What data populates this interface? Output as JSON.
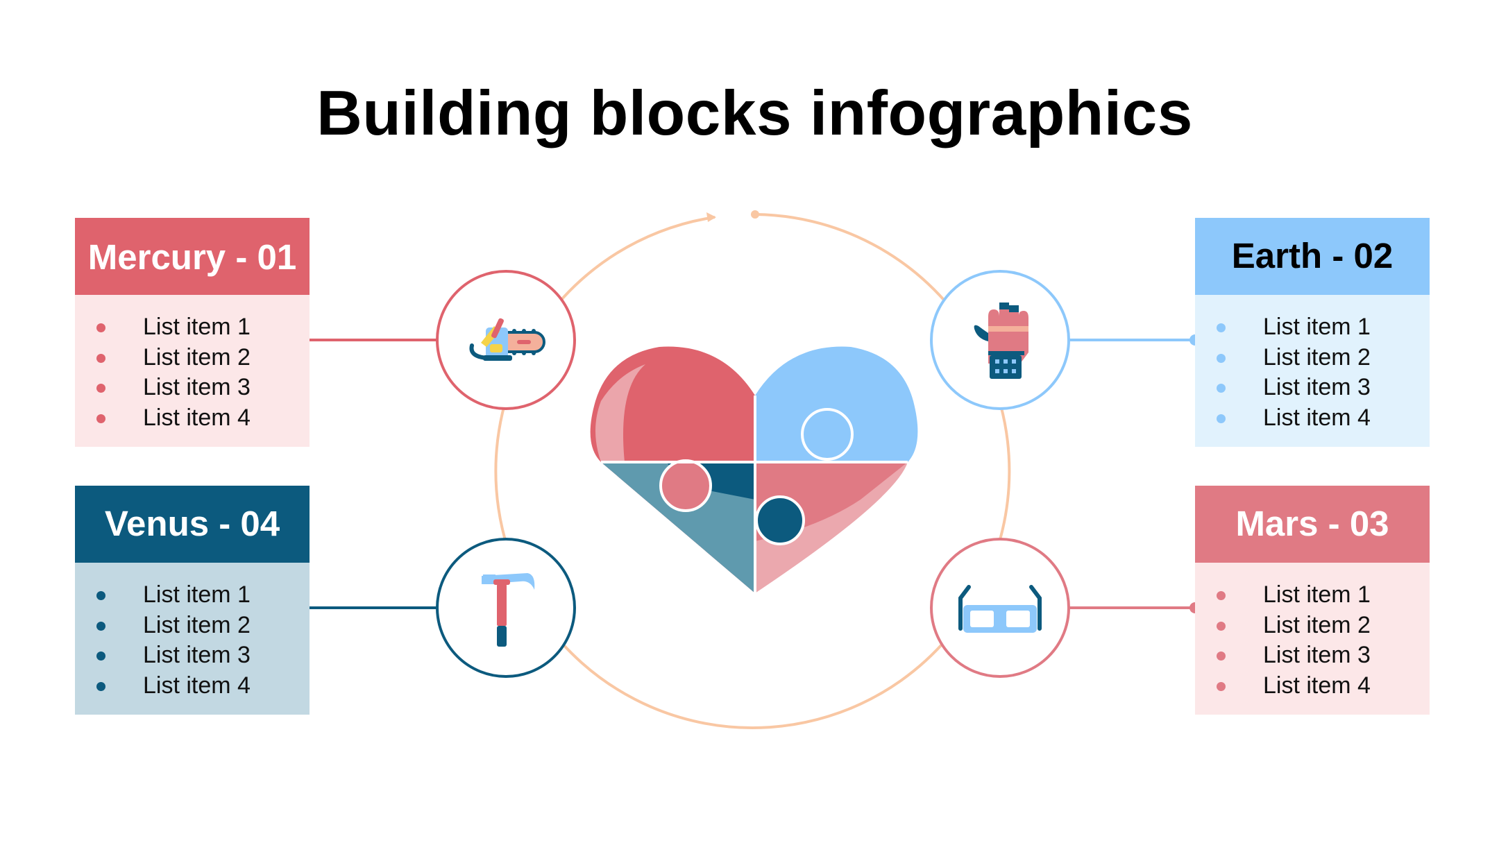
{
  "title": "Building blocks infographics",
  "colors": {
    "red": "#df636d",
    "blue": "#8dc8fb",
    "navy": "#0c5a7e",
    "pink": "#e07a84",
    "orange_ring": "#f9c7a3"
  },
  "panels": {
    "mercury": {
      "title": "Mercury - 01",
      "items": [
        "List item 1",
        "List item 2",
        "List item 3",
        "List item 4"
      ],
      "icon": "chainsaw-icon"
    },
    "earth": {
      "title": "Earth - 02",
      "items": [
        "List item 1",
        "List item 2",
        "List item 3",
        "List item 4"
      ],
      "icon": "work-glove-icon"
    },
    "mars": {
      "title": "Mars - 03",
      "items": [
        "List item 1",
        "List item 2",
        "List item 3",
        "List item 4"
      ],
      "icon": "safety-glasses-icon"
    },
    "venus": {
      "title": "Venus - 04",
      "items": [
        "List item 1",
        "List item 2",
        "List item 3",
        "List item 4"
      ],
      "icon": "hammer-icon"
    }
  },
  "center_icon": "heart-puzzle-icon"
}
